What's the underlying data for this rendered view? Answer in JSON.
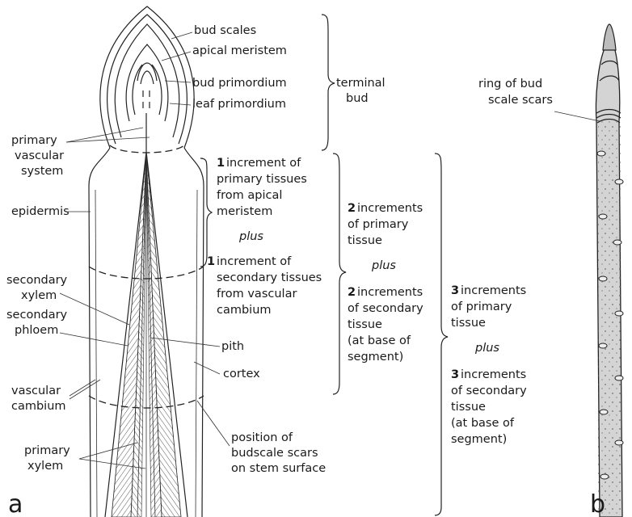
{
  "panels": {
    "a": "a",
    "b": "b"
  },
  "bud_labels": {
    "bud_scales": "bud scales",
    "apical_meristem": "apical meristem",
    "bud_primordium": "bud primordium",
    "leaf_primordium": "leaf primordium",
    "terminal_bud": [
      "terminal",
      "bud"
    ]
  },
  "left_labels": {
    "primary_vascular_system": [
      "primary",
      "vascular",
      "system"
    ],
    "epidermis": "epidermis",
    "secondary_xylem": [
      "secondary",
      "xylem"
    ],
    "secondary_phloem": [
      "secondary",
      "phloem"
    ],
    "vascular_cambium": [
      "vascular",
      "cambium"
    ],
    "primary_xylem": [
      "primary",
      "xylem"
    ]
  },
  "right_labels": {
    "pith": "pith",
    "cortex": "cortex",
    "budscale_scars": [
      "position of",
      "budscale scars",
      "on stem surface"
    ]
  },
  "segment1": {
    "top_num": "1",
    "top_lines": [
      "increment of",
      "primary tissues",
      "from apical",
      "meristem"
    ],
    "plus": "plus",
    "bottom_num": "1",
    "bottom_lines": [
      "increment of",
      "secondary tissues",
      "from vascular",
      "cambium"
    ]
  },
  "segment2": {
    "top_num": "2",
    "top_lines": [
      "increments",
      "of primary",
      "tissue"
    ],
    "plus": "plus",
    "bottom_num": "2",
    "bottom_lines": [
      "increments",
      "of secondary",
      "tissue",
      "(at base of",
      "segment)"
    ]
  },
  "segment3": {
    "top_num": "3",
    "top_lines": [
      "increments",
      "of primary",
      "tissue"
    ],
    "plus": "plus",
    "bottom_num": "3",
    "bottom_lines": [
      "increments",
      "of secondary",
      "tissue",
      "(at base of",
      "segment)"
    ]
  },
  "twig_labels": {
    "ring_of_bud_scale_scars": [
      "ring of bud",
      "scale scars"
    ]
  }
}
